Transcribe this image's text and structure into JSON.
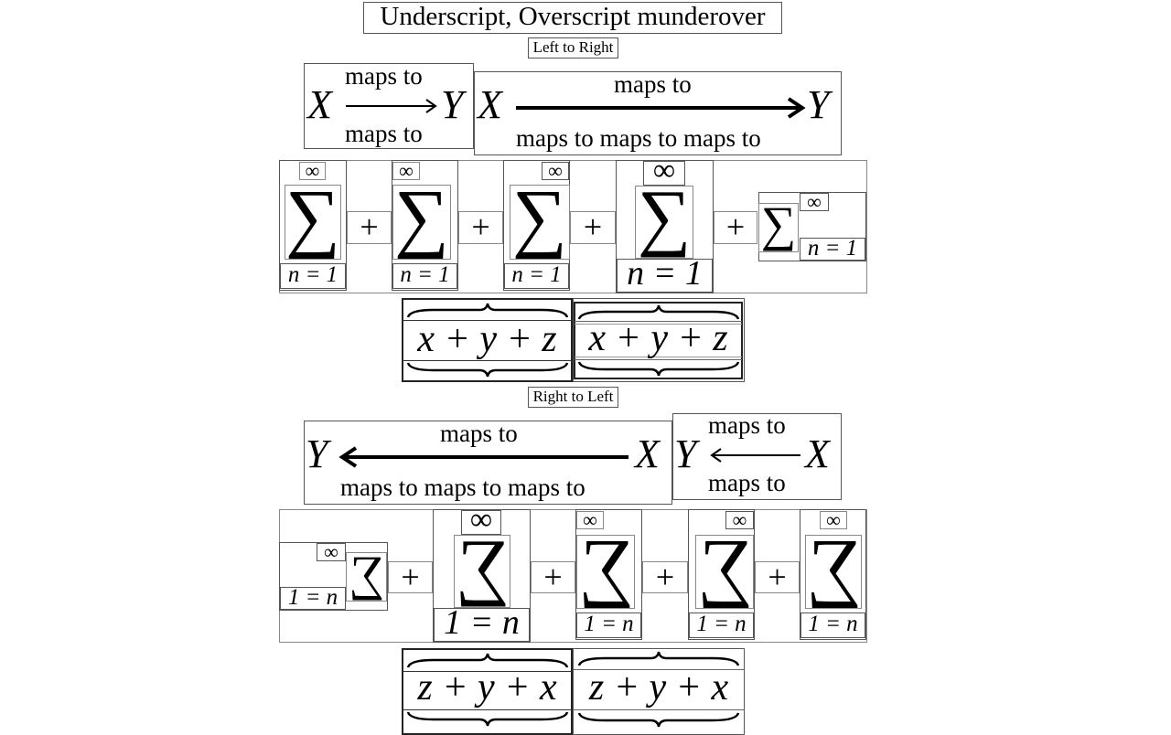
{
  "page": {
    "title": "Underscript, Overscript munderover",
    "sections": [
      {
        "heading": "Left to Right"
      },
      {
        "heading": "Right to Left"
      }
    ]
  },
  "ltr": {
    "arrow1": {
      "left": "X",
      "right": "Y",
      "over": "maps to",
      "under": "maps to"
    },
    "arrow2": {
      "left": "X",
      "right": "Y",
      "over": "maps to",
      "under": "maps to maps to maps to"
    },
    "sums": {
      "operator": "∑",
      "over": "∞",
      "under": "n = 1",
      "plus": "+"
    },
    "braces": {
      "expr": "x + y + z"
    }
  },
  "rtl": {
    "arrow1": {
      "left": "Y",
      "right": "X",
      "over": "maps to",
      "under": "maps to maps to maps to"
    },
    "arrow2": {
      "left": "Y",
      "right": "X",
      "over": "maps to",
      "under": "maps to"
    },
    "sums": {
      "operator": "∑ (mirrored)",
      "over": "∞",
      "under": "1 = n",
      "plus": "+"
    },
    "braces": {
      "expr": "z + y + x"
    }
  }
}
